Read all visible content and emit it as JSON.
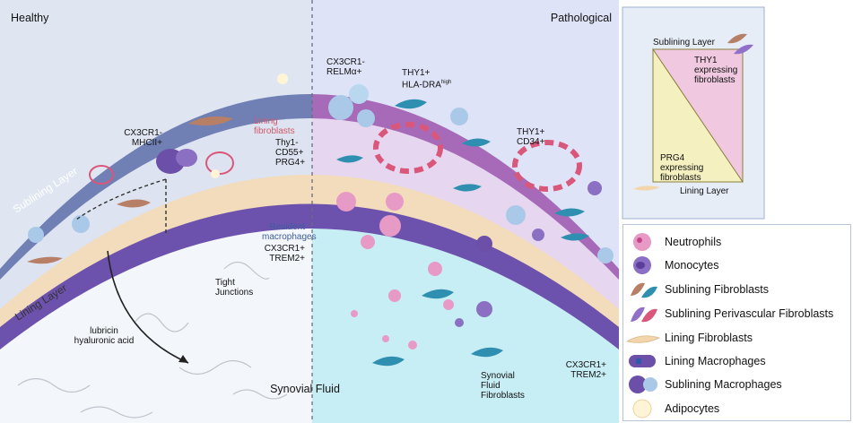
{
  "headers": {
    "healthy": "Healthy",
    "pathological": "Pathological"
  },
  "layers": {
    "sublining": "Sublining Layer",
    "lining": "Lining Layer",
    "synovial_fluid": "Synovial Fluid"
  },
  "healthy_labels": {
    "cx3cr1_mhcii": [
      "CX3CR1-",
      "MHCII+"
    ],
    "lining_fibroblasts": [
      "Lining",
      "fibroblasts"
    ],
    "thy1_cd55_prg4": [
      "Thy1-",
      "CD55+",
      "PRG4+"
    ],
    "resident_macrophages": [
      "Resident",
      "macrophages"
    ],
    "cx3cr1_trem2": [
      "CX3CR1+",
      "TREM2+"
    ],
    "tight_junctions": [
      "Tight",
      "Junctions"
    ],
    "lubricin": [
      "lubricin",
      "hyaluronic acid"
    ]
  },
  "pathological_labels": {
    "cx3cr1_relma": [
      "CX3CR1-",
      "RELMα+"
    ],
    "thy1_hla": [
      "THY1+",
      "HLA-DRA",
      "high"
    ],
    "thy1_cd34": [
      "THY1+",
      "CD34+"
    ],
    "synovial_fluid_fibroblasts": [
      "Synovial",
      "Fluid",
      "Fibroblasts"
    ],
    "cx3cr1_trem2": [
      "CX3CR1+",
      "TREM2+"
    ]
  },
  "inset": {
    "sublining": "Sublining Layer",
    "thy1": [
      "THY1",
      "expressing",
      "fibroblasts"
    ],
    "prg4": [
      "PRG4",
      "expressing",
      "fibroblasts"
    ],
    "lining": "Lining Layer"
  },
  "legend": [
    {
      "label": "Neutrophils",
      "icon": "neutrophil-icon"
    },
    {
      "label": "Monocytes",
      "icon": "monocyte-icon"
    },
    {
      "label": "Sublining Fibroblasts",
      "icon": "sublining-fibroblast-icon"
    },
    {
      "label": "Sublining Perivascular Fibroblasts",
      "icon": "perivascular-fibroblast-icon"
    },
    {
      "label": "Lining Fibroblasts",
      "icon": "lining-fibroblast-icon"
    },
    {
      "label": "Lining Macrophages",
      "icon": "lining-macrophage-icon"
    },
    {
      "label": "Sublining Macrophages",
      "icon": "sublining-macrophage-icon"
    },
    {
      "label": "Adipocytes",
      "icon": "adipocyte-icon"
    }
  ],
  "colors": {
    "healthy_bg": "#dfe6f2",
    "pathological_bg": "#dfe3f7",
    "sublining_band_healthy": "#6f7fb3",
    "sublining_band_path": "#a66ab8",
    "macrophage": "#6b4fa8",
    "neutrophil": "#e79ac6",
    "fibroblast_blue": "#2e8fb0",
    "fibroblast_brown": "#b77f65",
    "lining_fibroblast": "#f3d9b1",
    "synovial_fluid_path": "#c8eef5"
  }
}
